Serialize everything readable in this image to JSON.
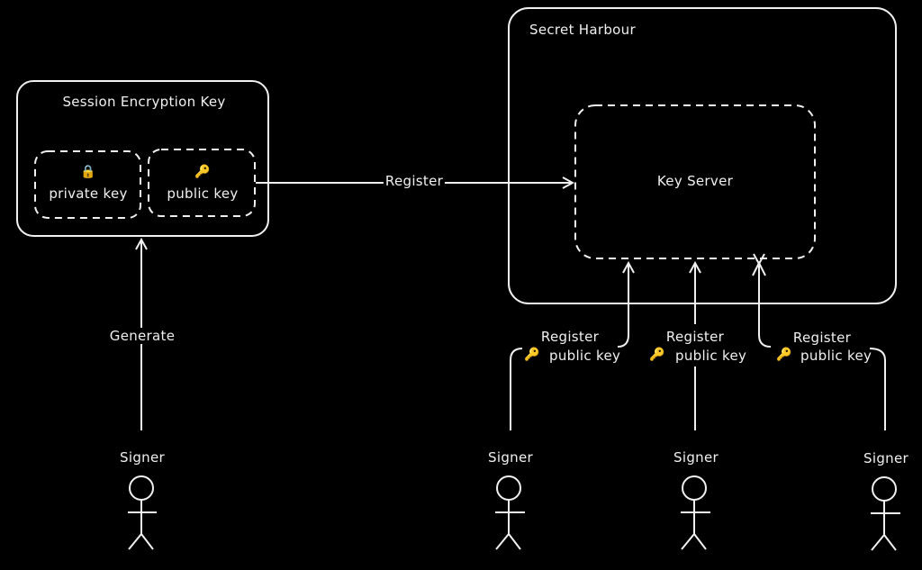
{
  "colors": {
    "background": "#000000",
    "stroke": "#f0f0f0",
    "accent_icon": "#f2a922"
  },
  "session_key": {
    "title": "Session Encryption Key",
    "private": {
      "icon": "lock-icon",
      "label": "private key"
    },
    "public": {
      "icon": "key-icon",
      "label": "public key"
    }
  },
  "secret_harbour": {
    "title": "Secret Harbour",
    "key_server": {
      "label": "Key Server"
    }
  },
  "edges": {
    "register_main": "Register",
    "generate": "Generate",
    "register_public": [
      {
        "line1": "Register",
        "icon": "key-icon",
        "line2": "public key"
      },
      {
        "line1": "Register",
        "icon": "key-icon",
        "line2": "public key"
      },
      {
        "line1": "Register",
        "icon": "key-icon",
        "line2": "public key"
      }
    ]
  },
  "signers": [
    {
      "label": "Signer"
    },
    {
      "label": "Signer"
    },
    {
      "label": "Signer"
    },
    {
      "label": "Signer"
    }
  ],
  "icons": {
    "lock": "🔒",
    "key": "🔑"
  }
}
